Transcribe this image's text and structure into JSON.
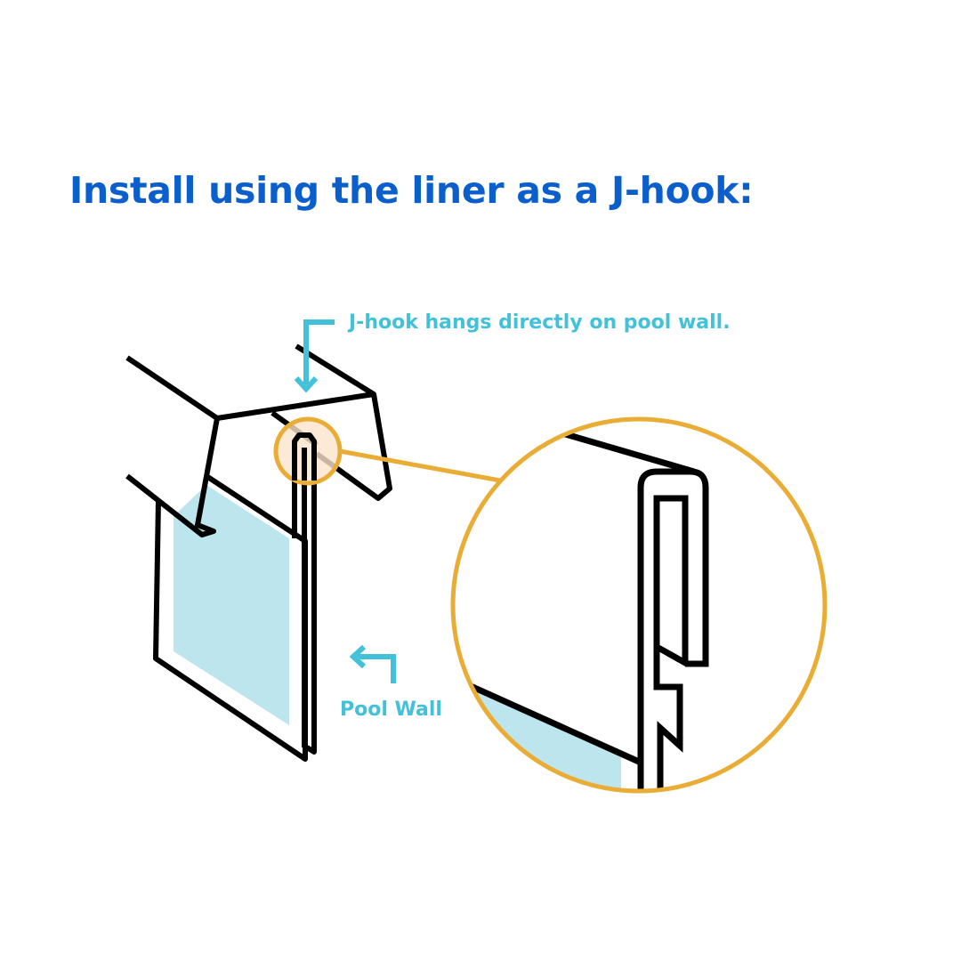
{
  "title": "Install using the liner as a J-hook:",
  "callouts": {
    "jhook": "J-hook hangs directly on pool wall.",
    "pool_wall": "Pool Wall"
  },
  "colors": {
    "title": "#0a5fcc",
    "callout": "#43c1d8",
    "outline": "#000000",
    "water": "#bce5ed",
    "zoom_ring": "#e9ad36",
    "zoom_fill": "#fbe3cc",
    "background": "#ffffff"
  },
  "icons": {
    "top_arrow": "bent-arrow-down-icon",
    "wall_arrow": "bent-arrow-left-icon",
    "zoom": "magnifier-circle-icon"
  }
}
